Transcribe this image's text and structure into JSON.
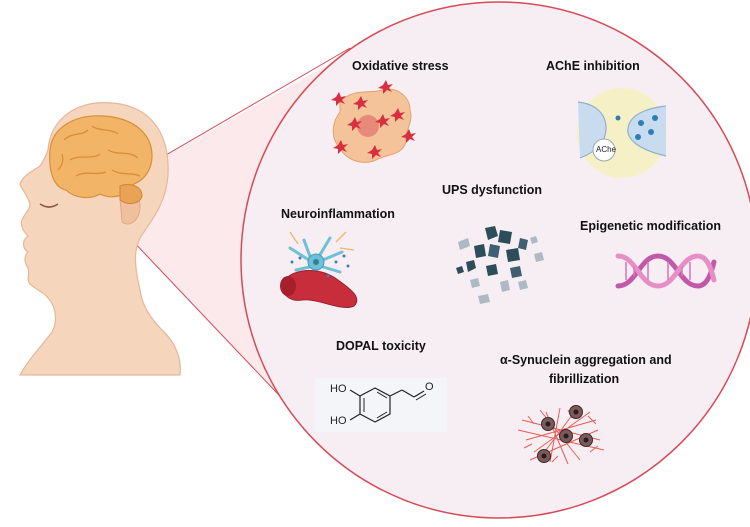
{
  "labels": {
    "oxidative_stress": "Oxidative stress",
    "ache_inhibition": "AChE inhibition",
    "ache_enzyme": "AChe",
    "ups_dysfunction": "UPS dysfunction",
    "neuroinflammation": "Neuroinflammation",
    "epigenetic_modification": "Epigenetic modification",
    "dopal_toxicity": "DOPAL toxicity",
    "synuclein_line1": "α-Synuclein aggregation and",
    "synuclein_line2": "fibrillization"
  },
  "chem_labels": {
    "ho_top": "HO",
    "ho_bottom": "HO",
    "oxygen": "O"
  },
  "colors": {
    "circle_fill": "#f7eef3",
    "circle_border": "#d64a57",
    "skin": "#f5d5bb",
    "brain": "#f2b466",
    "ros_star": "#d93040",
    "ache_bg": "#f6f0c6",
    "ache_synapse": "#c9dcef",
    "ups_dark": "#2d4d5a",
    "ups_light": "#aeb9c4",
    "dna": "#c259a8",
    "neuron": "#6fc0d6",
    "vessel": "#c72d3b",
    "fibril": "#e85d55"
  }
}
